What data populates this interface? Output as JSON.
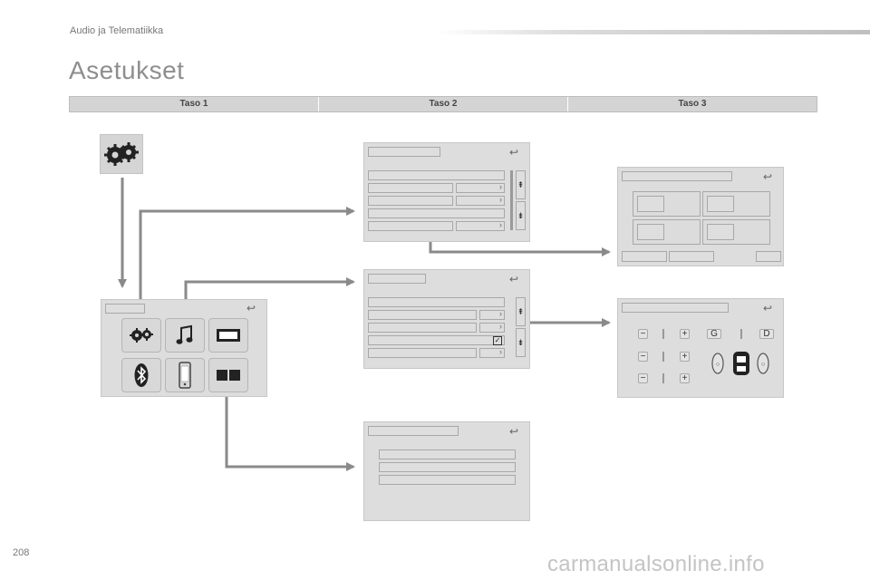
{
  "header": {
    "section": "Audio ja Telematiikka"
  },
  "title": "Asetukset",
  "levels": [
    "Taso 1",
    "Taso 2",
    "Taso 3"
  ],
  "footer": {
    "page_number": "208",
    "watermark": "carmanualsonline.info"
  },
  "icons": {
    "settings": "gears-icon",
    "back": "back-arrow-icon",
    "music": "music-note-icon",
    "display": "display-icon",
    "bluetooth": "bluetooth-icon",
    "phone": "phone-icon",
    "split": "split-screen-icon"
  },
  "buttons": {
    "left": "G",
    "right": "D",
    "minus": "−",
    "plus": "+"
  },
  "colors": {
    "arrow": "#8a8a8a",
    "panel": "#dddddd"
  }
}
